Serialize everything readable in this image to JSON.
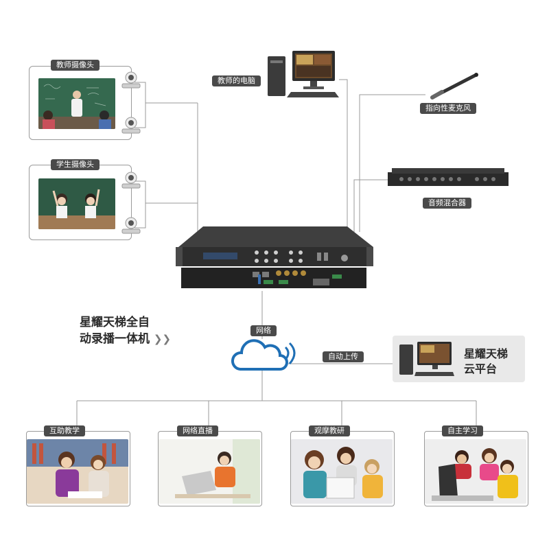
{
  "labels": {
    "teacher_camera": "教师摄像头",
    "student_camera": "学生摄像头",
    "teacher_pc": "教师的电脑",
    "microphone": "指向性麦克风",
    "audio_mixer": "音频混合器",
    "network": "网络",
    "auto_upload": "自动上传"
  },
  "device": {
    "name_line1": "星耀天梯全自",
    "name_line2": "动录播一体机",
    "arrow": "❯❯"
  },
  "cloud_platform": {
    "line1": "星耀天梯",
    "line2": "云平台"
  },
  "uses": [
    {
      "label": "互助教学"
    },
    {
      "label": "网络直播"
    },
    {
      "label": "观摩教研"
    },
    {
      "label": "自主学习"
    }
  ],
  "colors": {
    "label_bg": "#4a4a4a",
    "cloud_blue": "#1f6fb5",
    "line": "#9a9a9a"
  }
}
